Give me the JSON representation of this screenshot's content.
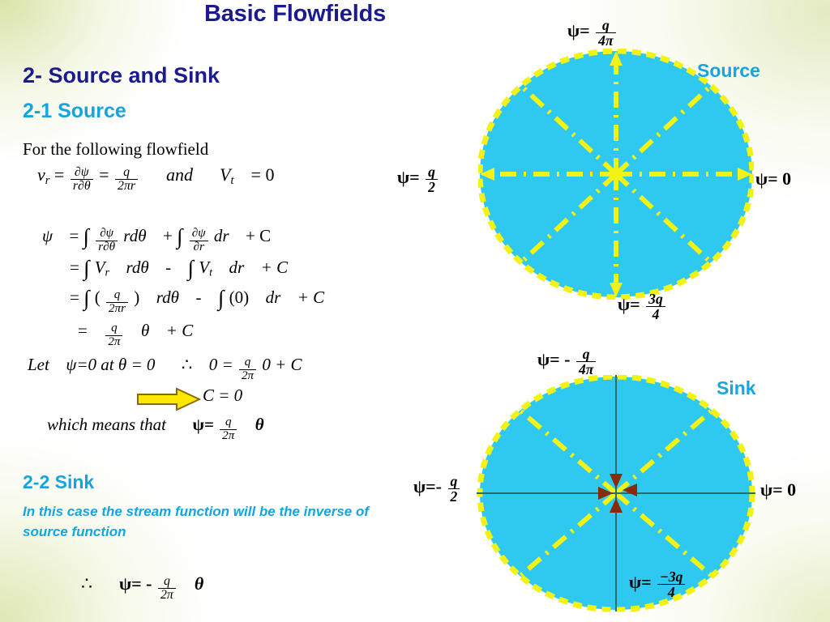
{
  "slide": {
    "title": "Basic Flowfields",
    "background_color": "#ffffff",
    "accent_navy": "#1b1b8f",
    "accent_cyan": "#14a5e0",
    "disc_color": "#2fc8f0",
    "streamline_color": "#f2f215",
    "sink_axis_color": "#2d6b6b",
    "sink_arrow_color": "#8a2a08"
  },
  "headings": {
    "section": "2- Source and Sink",
    "sub_source": "2-1 Source",
    "sub_sink": "2-2 Sink"
  },
  "body": {
    "intro": "For the following flowfield",
    "sink_note": "In this case the stream function will be the inverse of source function"
  },
  "equations": {
    "eq1_lhs": "v",
    "eq1_sub": "r",
    "eq1_eq": "=",
    "eq1_frac1_num": "∂ψ",
    "eq1_frac1_den": "r∂θ",
    "eq1_frac2_num": "q",
    "eq1_frac2_den": "2πr",
    "eq1_and": "and",
    "eq1_vt": "V",
    "eq1_vt_sub": "t",
    "eq1_zero": "= 0",
    "eq2_psi": "ψ",
    "eq2_eq": "=",
    "eq2_int1_num": "∂ψ",
    "eq2_int1_den": "r∂θ",
    "eq2_int1_tail": "rdθ",
    "eq2_plus": "+",
    "eq2_int2_num": "∂ψ",
    "eq2_int2_den": "∂r",
    "eq2_int2_tail": "dr",
    "eq2_const": "+ C",
    "eq3": "= ∫ V_r rdθ - ∫ V_t dr  + C",
    "eq3_v1": "V",
    "eq3_v1_sub": "r",
    "eq3_t1": "rdθ",
    "eq3_minus": "-",
    "eq3_v2": "V",
    "eq3_v2_sub": "t",
    "eq3_t2": "dr",
    "eq3_const": "+ C",
    "eq4_open": "(",
    "eq4_num": "q",
    "eq4_den": "2πr",
    "eq4_close": ")",
    "eq4_tail": "rdθ",
    "eq4_minus": "-",
    "eq4_zero": "(0)",
    "eq4_dr": "dr",
    "eq4_const": "+ C",
    "eq5_num": "q",
    "eq5_den": "2π",
    "eq5_theta": "θ",
    "eq5_const": "+ C",
    "eq6_let": "Let",
    "eq6_cond": "ψ=0  at θ = 0",
    "eq6_therefore": "∴",
    "eq6_zero": "0 =",
    "eq6_num": "q",
    "eq6_den": "2π",
    "eq6_tail": "0 + C",
    "eq7_c": "C = 0",
    "eq8_which": "which means that",
    "eq8_psi": "ψ=",
    "eq8_num": "q",
    "eq8_den": "2π",
    "eq8_theta": "θ",
    "eq9_therefore": "∴",
    "eq9_psi": "ψ= -",
    "eq9_num": "q",
    "eq9_den": "2π",
    "eq9_theta": "θ"
  },
  "source_diagram": {
    "tag": "Source",
    "label_top_psi": "ψ=",
    "label_top_num": "q",
    "label_top_den": "4π",
    "label_left_psi": "ψ=",
    "label_left_num": "q",
    "label_left_den": "2",
    "label_right": "ψ= 0",
    "label_bottom_psi": "ψ=",
    "label_bottom_num": "3q",
    "label_bottom_den": "4",
    "ray_count": 8,
    "flow_direction": "outward"
  },
  "sink_diagram": {
    "tag": "Sink",
    "label_top_psi": "ψ= -",
    "label_top_num": "q",
    "label_top_den": "4π",
    "label_left_psi": "ψ=-",
    "label_left_num": "q",
    "label_left_den": "2",
    "label_right": "ψ= 0",
    "label_bottom_psi": "ψ=",
    "label_bottom_num": "−3q",
    "label_bottom_den": "4",
    "ray_count": 8,
    "flow_direction": "inward"
  }
}
